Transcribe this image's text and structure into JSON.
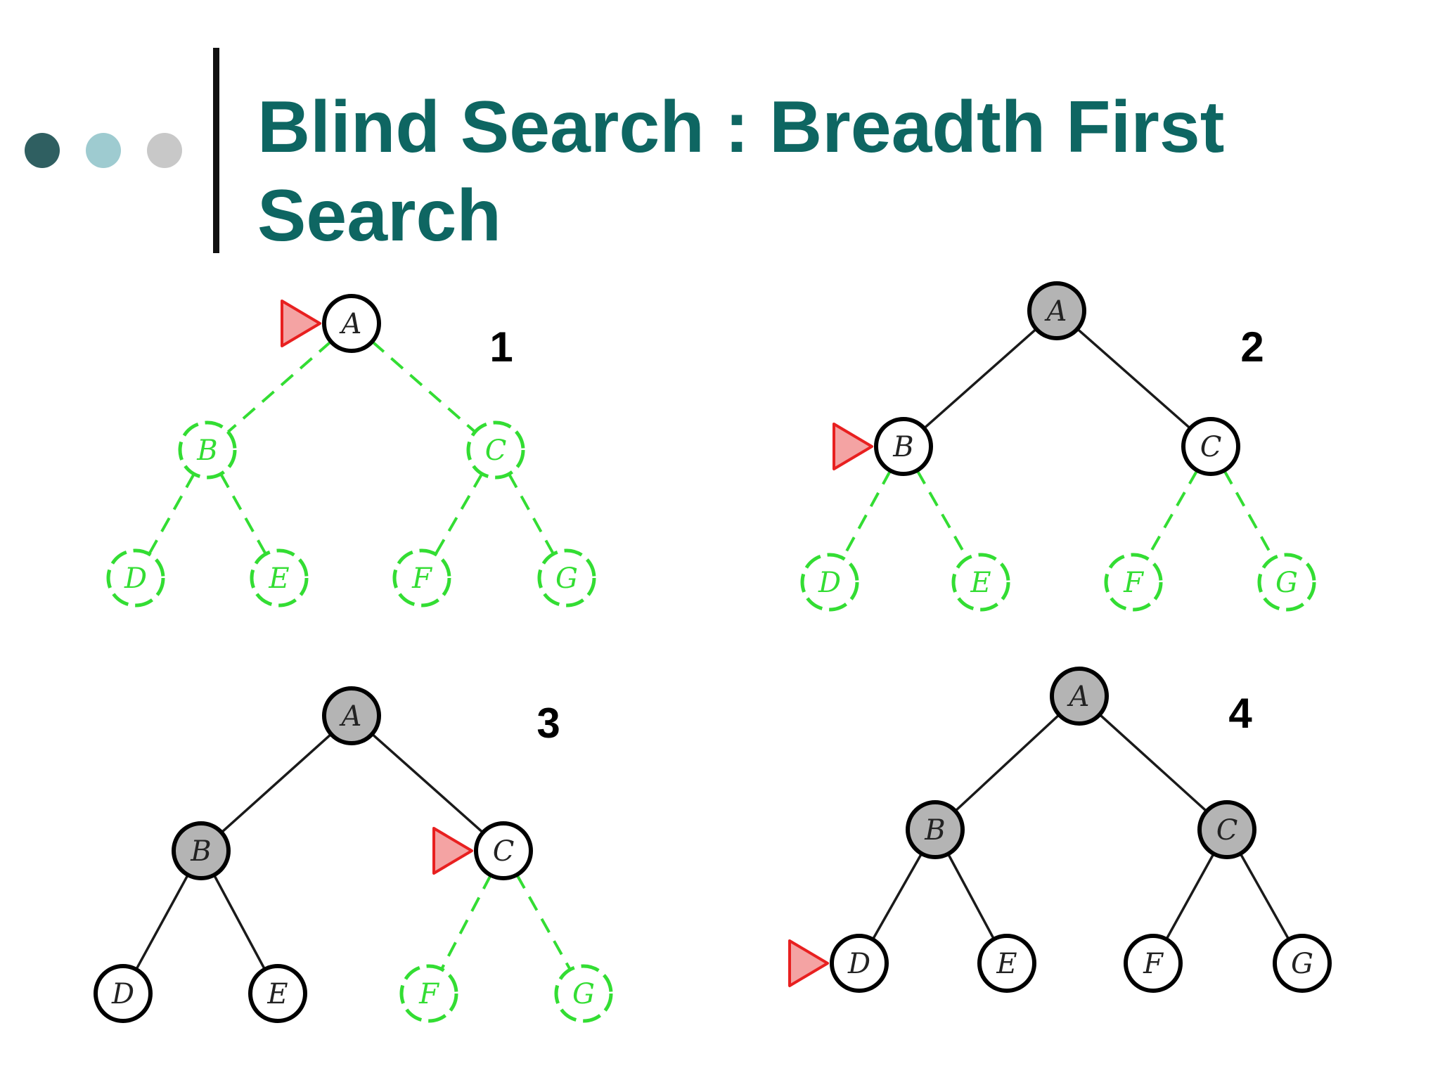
{
  "slide": {
    "title_line1": "Blind Search : Breadth First",
    "title_line2": "Search",
    "title_color": "#0e6662"
  },
  "decoration": {
    "dot_colors": [
      "#2f5f61",
      "#9ecbd0",
      "#c8c8c8"
    ]
  },
  "legend_colors": {
    "expanded_fill": "#b4b4b4",
    "frontier_stroke": "#000000",
    "unexplored_stroke": "#33dd33",
    "pointer_fill": "#f4a3a3",
    "pointer_stroke": "#e82020"
  },
  "tree": {
    "nodes": [
      "A",
      "B",
      "C",
      "D",
      "E",
      "F",
      "G"
    ],
    "edges": [
      [
        "A",
        "B"
      ],
      [
        "A",
        "C"
      ],
      [
        "B",
        "D"
      ],
      [
        "B",
        "E"
      ],
      [
        "C",
        "F"
      ],
      [
        "C",
        "G"
      ]
    ]
  },
  "panels": [
    {
      "number": "1",
      "current": "A",
      "expanded": [],
      "frontier": [
        "A"
      ]
    },
    {
      "number": "2",
      "current": "B",
      "expanded": [
        "A"
      ],
      "frontier": [
        "B",
        "C"
      ]
    },
    {
      "number": "3",
      "current": "C",
      "expanded": [
        "A",
        "B"
      ],
      "frontier": [
        "C",
        "D",
        "E"
      ]
    },
    {
      "number": "4",
      "current": "D",
      "expanded": [
        "A",
        "B",
        "C"
      ],
      "frontier": [
        "D",
        "E",
        "F",
        "G"
      ]
    }
  ]
}
